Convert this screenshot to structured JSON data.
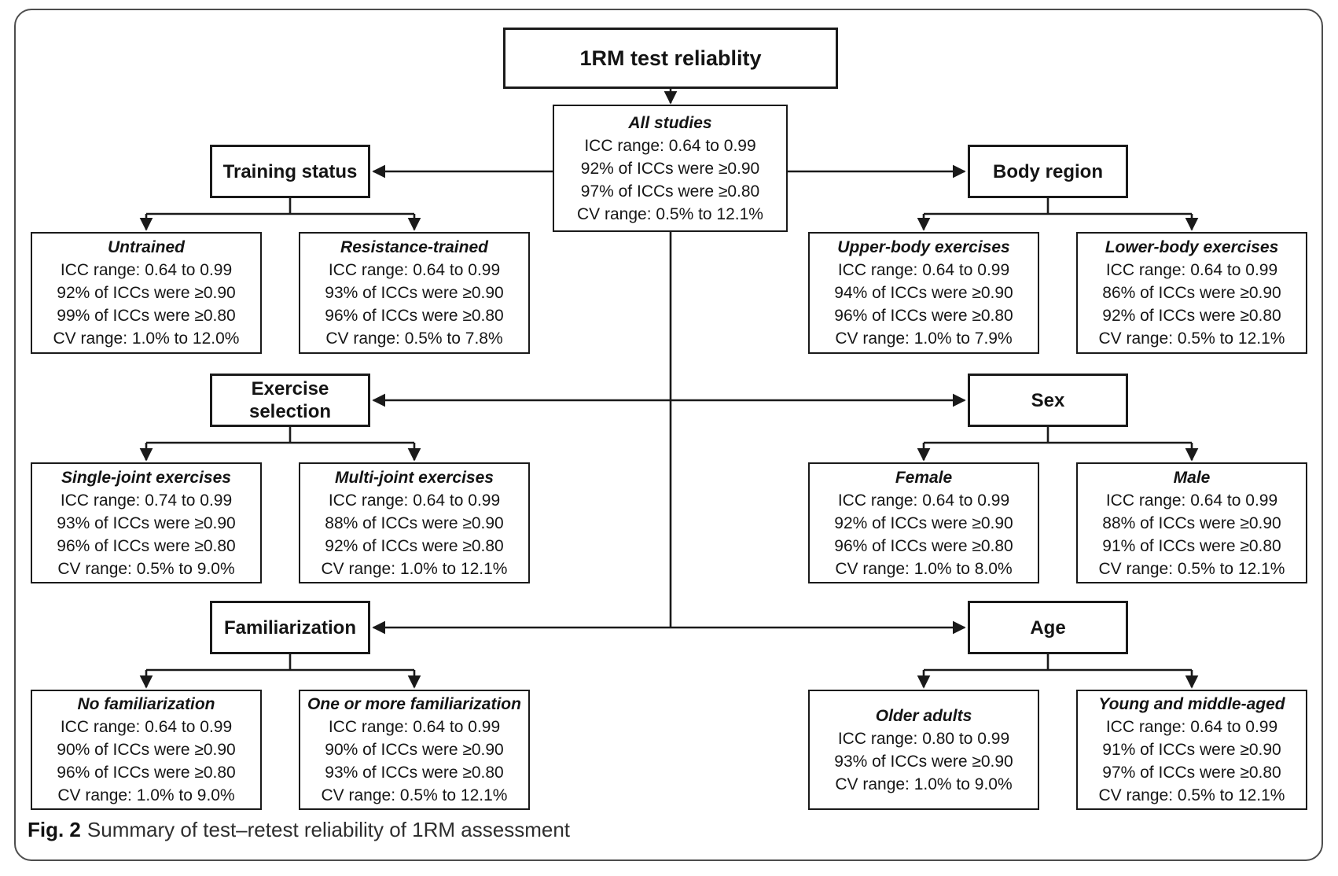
{
  "figure": {
    "title": "1RM test reliablity",
    "root": {
      "label": "All studies",
      "lines": [
        "ICC range: 0.64 to 0.99",
        "92% of ICCs were ≥0.90",
        "97% of ICCs were ≥0.80",
        "CV range: 0.5% to 12.1%"
      ]
    },
    "categories": [
      {
        "label": "Training status",
        "children": [
          {
            "label": "Untrained",
            "lines": [
              "ICC range: 0.64 to 0.99",
              "92% of ICCs were ≥0.90",
              "99% of ICCs were ≥0.80",
              "CV range: 1.0% to 12.0%"
            ]
          },
          {
            "label": "Resistance-trained",
            "lines": [
              "ICC range: 0.64 to 0.99",
              "93% of ICCs were ≥0.90",
              "96% of ICCs were ≥0.80",
              "CV range: 0.5% to 7.8%"
            ]
          }
        ]
      },
      {
        "label": "Body region",
        "children": [
          {
            "label": "Upper-body exercises",
            "lines": [
              "ICC range: 0.64 to 0.99",
              "94% of ICCs were ≥0.90",
              "96% of ICCs were ≥0.80",
              "CV range: 1.0% to 7.9%"
            ]
          },
          {
            "label": "Lower-body exercises",
            "lines": [
              "ICC range: 0.64 to 0.99",
              "86% of ICCs were ≥0.90",
              "92% of ICCs were ≥0.80",
              "CV range: 0.5% to 12.1%"
            ]
          }
        ]
      },
      {
        "label": "Exercise selection",
        "children": [
          {
            "label": "Single-joint exercises",
            "lines": [
              "ICC range: 0.74 to 0.99",
              "93% of ICCs were ≥0.90",
              "96% of ICCs were ≥0.80",
              "CV range: 0.5% to 9.0%"
            ]
          },
          {
            "label": "Multi-joint exercises",
            "lines": [
              "ICC range: 0.64 to 0.99",
              "88% of ICCs were ≥0.90",
              "92% of ICCs were ≥0.80",
              "CV range: 1.0% to 12.1%"
            ]
          }
        ]
      },
      {
        "label": "Sex",
        "children": [
          {
            "label": "Female",
            "lines": [
              "ICC range: 0.64 to 0.99",
              "92% of ICCs were ≥0.90",
              "96% of ICCs were ≥0.80",
              "CV range: 1.0% to 8.0%"
            ]
          },
          {
            "label": "Male",
            "lines": [
              "ICC range: 0.64 to 0.99",
              "88% of ICCs were ≥0.90",
              "91% of ICCs were ≥0.80",
              "CV range: 0.5% to 12.1%"
            ]
          }
        ]
      },
      {
        "label": "Familiarization",
        "children": [
          {
            "label": "No familiarization",
            "lines": [
              "ICC range: 0.64 to 0.99",
              "90% of ICCs were ≥0.90",
              "96% of ICCs were ≥0.80",
              "CV range: 1.0% to 9.0%"
            ]
          },
          {
            "label": "One or more familiarization",
            "lines": [
              "ICC range: 0.64 to 0.99",
              "90% of ICCs were ≥0.90",
              "93% of ICCs were ≥0.80",
              "CV range: 0.5% to 12.1%"
            ]
          }
        ]
      },
      {
        "label": "Age",
        "children": [
          {
            "label": "Older adults",
            "lines": [
              "ICC range: 0.80 to 0.99",
              "93% of ICCs were ≥0.90",
              "CV range: 1.0% to 9.0%"
            ]
          },
          {
            "label": "Young and middle-aged",
            "lines": [
              "ICC range: 0.64 to 0.99",
              "91% of ICCs were ≥0.90",
              "97% of ICCs were ≥0.80",
              "CV range: 0.5% to 12.1%"
            ]
          }
        ]
      }
    ],
    "caption": {
      "prefix": "Fig. 2",
      "text": "Summary of test–retest reliability of 1RM assessment"
    },
    "colors": {
      "line": "#1a1a1a",
      "box_border": "#1a1a1a",
      "panel_border": "#4d4d4d",
      "text": "#111111"
    }
  }
}
